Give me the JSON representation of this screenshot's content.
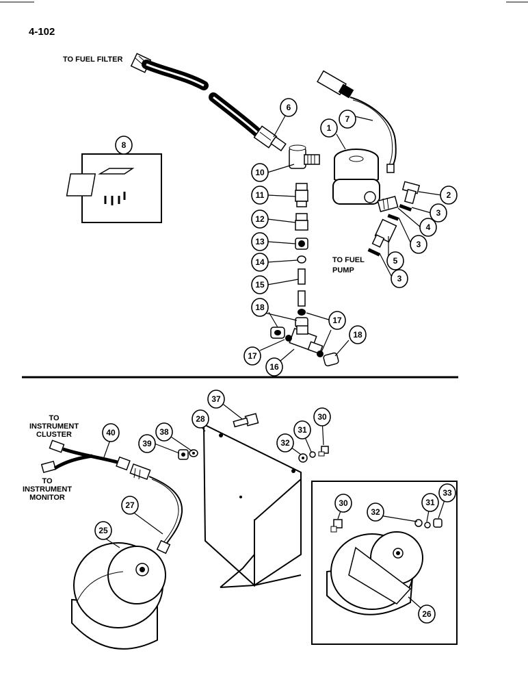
{
  "page_number": "4-102",
  "labels": {
    "to_fuel_filter": "TO FUEL FILTER",
    "to_fuel_pump_1": "TO FUEL",
    "to_fuel_pump_2": "PUMP",
    "to_instrument_cluster_1": "TO",
    "to_instrument_cluster_2": "INSTRUMENT",
    "to_instrument_cluster_3": "CLUSTER",
    "to_instrument_monitor_1": "TO",
    "to_instrument_monitor_2": "INSTRUMENT",
    "to_instrument_monitor_3": "MONITOR"
  },
  "callouts": {
    "c1": "1",
    "c2": "2",
    "c3a": "3",
    "c3b": "3",
    "c3c": "3",
    "c4": "4",
    "c5": "5",
    "c6": "6",
    "c7": "7",
    "c8": "8",
    "c10": "10",
    "c11": "11",
    "c12": "12",
    "c13": "13",
    "c14": "14",
    "c15": "15",
    "c16": "16",
    "c17a": "17",
    "c17b": "17",
    "c18a": "18",
    "c18b": "18",
    "c25": "25",
    "c26": "26",
    "c27": "27",
    "c28": "28",
    "c30a": "30",
    "c30b": "30",
    "c31a": "31",
    "c31b": "31",
    "c32a": "32",
    "c32b": "32",
    "c33": "33",
    "c37": "37",
    "c38": "38",
    "c39": "39",
    "c40": "40"
  }
}
